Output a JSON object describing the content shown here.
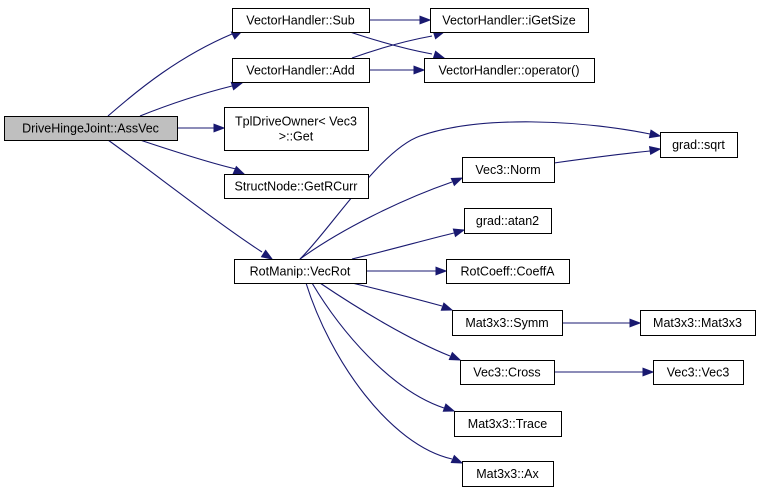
{
  "diagram": {
    "type": "call-graph",
    "edge_color": "#191970",
    "root_fill": "#bfbfbf",
    "node_fill": "#ffffff",
    "nodes": [
      {
        "id": "root",
        "lines": [
          "DriveHingeJoint::AssVec"
        ],
        "root": true
      },
      {
        "id": "vh_sub",
        "lines": [
          "VectorHandler::Sub"
        ]
      },
      {
        "id": "vh_add",
        "lines": [
          "VectorHandler::Add"
        ]
      },
      {
        "id": "vh_igetsize",
        "lines": [
          "VectorHandler::iGetSize"
        ]
      },
      {
        "id": "vh_op",
        "lines": [
          "VectorHandler::operator()"
        ]
      },
      {
        "id": "tpl_get",
        "lines": [
          "TplDriveOwner< Vec3",
          ">::Get"
        ]
      },
      {
        "id": "sn_getrcurr",
        "lines": [
          "StructNode::GetRCurr"
        ]
      },
      {
        "id": "rm_vecrot",
        "lines": [
          "RotManip::VecRot"
        ]
      },
      {
        "id": "grad_sqrt",
        "lines": [
          "grad::sqrt"
        ]
      },
      {
        "id": "vec3_norm",
        "lines": [
          "Vec3::Norm"
        ]
      },
      {
        "id": "grad_atan2",
        "lines": [
          "grad::atan2"
        ]
      },
      {
        "id": "rc_coeffa",
        "lines": [
          "RotCoeff::CoeffA"
        ]
      },
      {
        "id": "m_symm",
        "lines": [
          "Mat3x3::Symm"
        ]
      },
      {
        "id": "m_mat3x3",
        "lines": [
          "Mat3x3::Mat3x3"
        ]
      },
      {
        "id": "v_cross",
        "lines": [
          "Vec3::Cross"
        ]
      },
      {
        "id": "v_vec3",
        "lines": [
          "Vec3::Vec3"
        ]
      },
      {
        "id": "m_trace",
        "lines": [
          "Mat3x3::Trace"
        ]
      },
      {
        "id": "m_ax",
        "lines": [
          "Mat3x3::Ax"
        ]
      }
    ],
    "edges": [
      {
        "from": "root",
        "to": "vh_sub"
      },
      {
        "from": "root",
        "to": "vh_add"
      },
      {
        "from": "root",
        "to": "tpl_get"
      },
      {
        "from": "root",
        "to": "sn_getrcurr"
      },
      {
        "from": "root",
        "to": "rm_vecrot"
      },
      {
        "from": "vh_sub",
        "to": "vh_igetsize"
      },
      {
        "from": "vh_sub",
        "to": "vh_op"
      },
      {
        "from": "vh_add",
        "to": "vh_igetsize"
      },
      {
        "from": "vh_add",
        "to": "vh_op"
      },
      {
        "from": "rm_vecrot",
        "to": "grad_sqrt"
      },
      {
        "from": "rm_vecrot",
        "to": "vec3_norm"
      },
      {
        "from": "rm_vecrot",
        "to": "grad_atan2"
      },
      {
        "from": "rm_vecrot",
        "to": "rc_coeffa"
      },
      {
        "from": "rm_vecrot",
        "to": "m_symm"
      },
      {
        "from": "rm_vecrot",
        "to": "v_cross"
      },
      {
        "from": "rm_vecrot",
        "to": "m_trace"
      },
      {
        "from": "rm_vecrot",
        "to": "m_ax"
      },
      {
        "from": "vec3_norm",
        "to": "grad_sqrt"
      },
      {
        "from": "m_symm",
        "to": "m_mat3x3"
      },
      {
        "from": "v_cross",
        "to": "v_vec3"
      }
    ]
  }
}
